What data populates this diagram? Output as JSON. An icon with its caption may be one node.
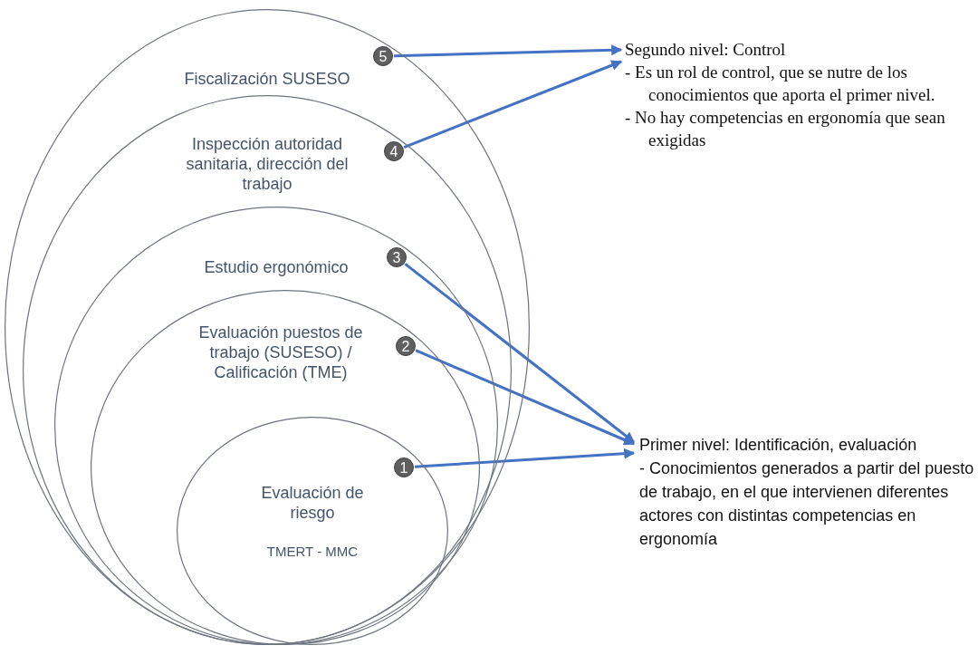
{
  "diagram": {
    "nodes": [
      {
        "text": [
          "Fiscalización SUSESO"
        ]
      },
      {
        "text": [
          "Inspección autoridad sanitaria, dirección del trabajo"
        ],
        "in": 0
      },
      {
        "text": [
          "Estudio ergonómico"
        ],
        "in": 1
      },
      {
        "text": [
          "Evaluación puestos de trabajo (SUSESO) / Calificación (TME)"
        ],
        "in": 2
      },
      {
        "text": [
          "Evaluación de riesgo",
          "TMERT - MMC"
        ],
        "in": 3
      },
      {
        "text": [
          "5"
        ],
        "in": 0
      },
      {
        "text": [
          "4"
        ],
        "in": 1
      },
      {
        "text": [
          "3"
        ],
        "in": 2
      },
      {
        "text": [
          "2"
        ],
        "in": 3
      },
      {
        "text": [
          "1"
        ],
        "in": 4
      },
      {
        "text": [
          "Segundo nivel: Control",
          "- Es un rol de control, que se nutre de los conocimientos que aporta el primer nivel.",
          "- No hay competencias en ergonomía que sean exigidas"
        ]
      },
      {
        "text": [
          "Primer nivel: Identificación, evaluación",
          "- Conocimientos generados a partir del puesto de trabajo, en el que intervienen diferentes actores con distintas competencias en ergonomía"
        ]
      }
    ],
    "edges": [
      {
        "from": 5,
        "to": 10,
        "arrow": "to"
      },
      {
        "from": 6,
        "to": 10,
        "arrow": "to"
      },
      {
        "from": 7,
        "to": 11,
        "arrow": "to"
      },
      {
        "from": 8,
        "to": 11,
        "arrow": "to"
      },
      {
        "from": 9,
        "to": 11,
        "arrow": "to"
      }
    ]
  }
}
